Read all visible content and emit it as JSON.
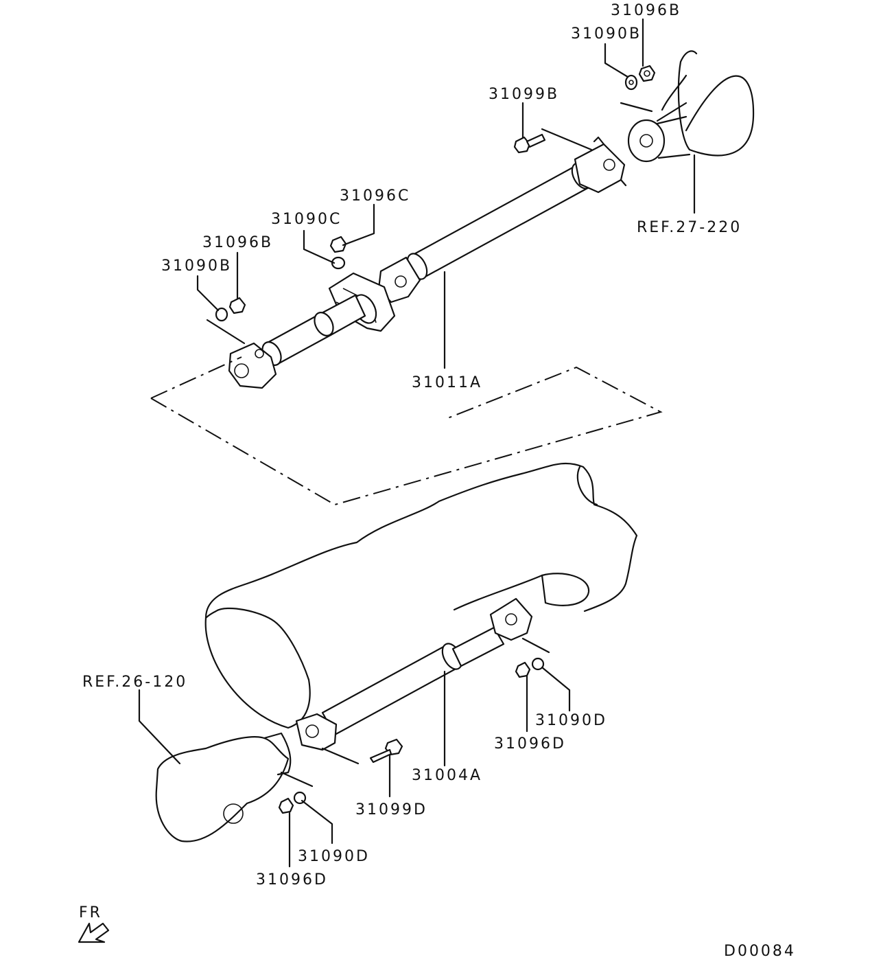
{
  "diagram": {
    "code": "D00084",
    "front_arrow_label": "FR",
    "callouts": {
      "upper_bolt_nut_b_top": "31096B",
      "upper_washer_b_top": "31090B",
      "upper_bolt_b": "31099B",
      "center_nut_c": "31096C",
      "center_washer_c": "31090C",
      "front_nut_b": "31096B",
      "front_washer_b": "31090B",
      "rear_propeller_shaft": "31011A",
      "ref_rear_axle": "REF.27-220",
      "ref_transmission": "REF.26-120",
      "front_propeller_shaft": "31004A",
      "front_washer_d_right": "31090D",
      "front_nut_d_right": "31096D",
      "front_bolt_d": "31099D",
      "front_washer_d_left": "31090D",
      "front_nut_d_left": "31096D"
    },
    "icons": [
      "arrow-icon"
    ]
  }
}
